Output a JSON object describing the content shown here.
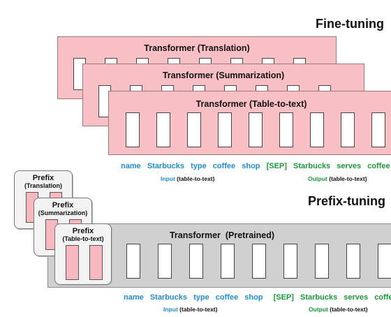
{
  "finetuning": {
    "title": "Fine-tuning",
    "boxes": [
      {
        "label": "Transformer (Translation)"
      },
      {
        "label": "Transformer (Summarization)"
      },
      {
        "label": "Transformer (Table-to-text)"
      }
    ],
    "input_tokens": [
      "name",
      "Starbucks",
      "type",
      "coffee",
      "shop"
    ],
    "output_tokens": [
      "[SEP]",
      "Starbucks",
      "serves",
      "coffee"
    ],
    "input_caption": {
      "label": "Input",
      "detail": "(table-to-text)"
    },
    "output_caption": {
      "label": "Output",
      "detail": "(table-to-text)"
    }
  },
  "prefixtuning": {
    "title": "Prefix-tuning",
    "prefix_cards": [
      {
        "title": "Prefix",
        "subtitle": "(Translation)"
      },
      {
        "title": "Prefix",
        "subtitle": "(Summarization)"
      },
      {
        "title": "Prefix",
        "subtitle": "(Table-to-text)"
      }
    ],
    "box_label": "Transformer  (Pretrained)",
    "input_tokens": [
      "name",
      "Starbucks",
      "type",
      "coffee",
      "shop"
    ],
    "output_tokens": [
      "[SEP]",
      "Starbucks",
      "serves",
      "coffee"
    ],
    "input_caption": {
      "label": "Input",
      "detail": "(table-to-text)"
    },
    "output_caption": {
      "label": "Output",
      "detail": "(table-to-text)"
    }
  },
  "colors": {
    "pink_fill": "#f8c0c4",
    "gray_fill": "#d0d0d0",
    "input_blue": "#1e8fd6",
    "output_green": "#1a9a3a"
  }
}
